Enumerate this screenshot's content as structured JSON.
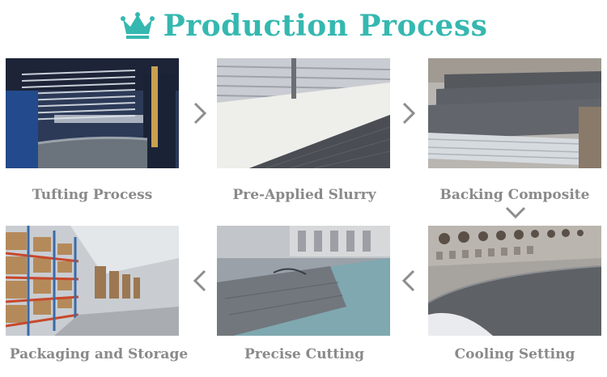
{
  "header": {
    "title": "Production Process",
    "crown_icon": "crown-icon"
  },
  "colors": {
    "accent": "#35b8b0",
    "caption": "#8a8a8a",
    "arrow": "#8d8d8d"
  },
  "steps": [
    {
      "label": "Tufting Process",
      "image": "tufting-machine-photo"
    },
    {
      "label": "Pre-Applied Slurry",
      "image": "slurry-application-photo"
    },
    {
      "label": "Backing Composite",
      "image": "backing-composite-photo"
    },
    {
      "label": "Cooling Setting",
      "image": "cooling-roller-photo"
    },
    {
      "label": "Precise Cutting",
      "image": "cutting-machine-photo"
    },
    {
      "label": "Packaging and Storage",
      "image": "warehouse-storage-photo"
    }
  ],
  "arrows": {
    "right": "chevron-right-icon",
    "down": "chevron-down-icon",
    "left": "chevron-left-icon"
  }
}
